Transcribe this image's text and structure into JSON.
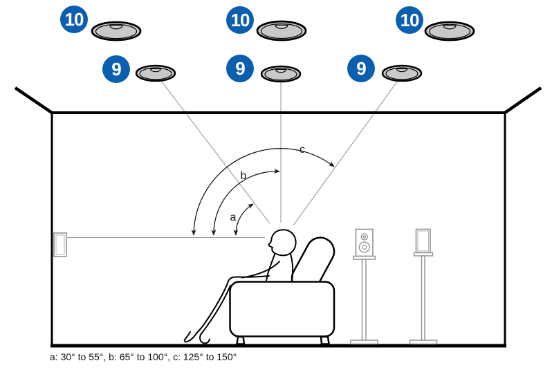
{
  "figure": {
    "caption": "a: 30° to 55°, b: 65° to 100°, c: 125° to 150°",
    "badges": [
      {
        "id": "top-middle-left",
        "label": "10"
      },
      {
        "id": "front-height-left",
        "label": "9"
      },
      {
        "id": "top-middle-center",
        "label": "10"
      },
      {
        "id": "front-height-center",
        "label": "9"
      },
      {
        "id": "top-middle-right",
        "label": "10"
      },
      {
        "id": "front-height-right",
        "label": "9"
      }
    ],
    "angle_labels": [
      {
        "id": "a",
        "label": "a"
      },
      {
        "id": "b",
        "label": "b"
      },
      {
        "id": "c",
        "label": "c"
      }
    ],
    "colors": {
      "badge_blue": "#0c5fae",
      "speaker_fill": "#c9c9c9",
      "guide_line": "#9a9a9a",
      "stand_gray": "#8f8f8f"
    }
  }
}
